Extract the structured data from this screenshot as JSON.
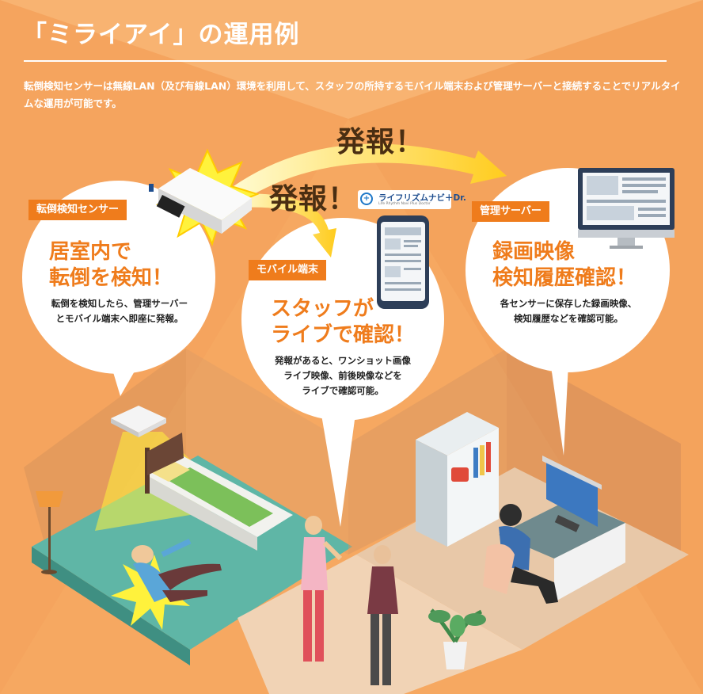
{
  "title": "「ミライアイ」の運用例",
  "intro": "転倒検知センサーは無線LAN（及び有線LAN）環境を利用して、スタッフの所持するモバイル端末および管理サーバーと接続することでリアルタイムな運用が可能です。",
  "alerts": {
    "upper": "発報！",
    "lower": "発報！"
  },
  "app_logo": {
    "name": "ライフリズムナビ＋Dr.",
    "sub": "Life Rhythm Navi Plus Doctor"
  },
  "panels": {
    "sensor": {
      "tag": "転倒検知センサー",
      "headline": [
        "居室内で",
        "転倒を検知！"
      ],
      "desc": [
        "転倒を検知したら、管理サーバー",
        "とモバイル端末へ即座に発報。"
      ]
    },
    "mobile": {
      "tag": "モバイル端末",
      "headline": [
        "スタッフが",
        "ライブで確認！"
      ],
      "desc": [
        "発報があると、ワンショット画像",
        "ライブ映像、前後映像などを",
        "ライブで確認可能。"
      ]
    },
    "server": {
      "tag": "管理サーバー",
      "headline": [
        "録画映像",
        "検知履歴確認！"
      ],
      "desc": [
        "各センサーに保存した録画映像、",
        "検知履歴などを確認可能。"
      ]
    }
  },
  "colors": {
    "background": "#f6a861",
    "accent": "#ef7c1c",
    "text_dark": "#4a2e12",
    "alert_yellow": "#fff23c",
    "floor": "#5fb6a6"
  },
  "icons": [
    "fall-sensor-device",
    "starburst-alert",
    "smartphone",
    "desktop-monitor",
    "floor-lamp",
    "bed",
    "potted-plant",
    "medicine-cabinet",
    "computer-desk"
  ]
}
